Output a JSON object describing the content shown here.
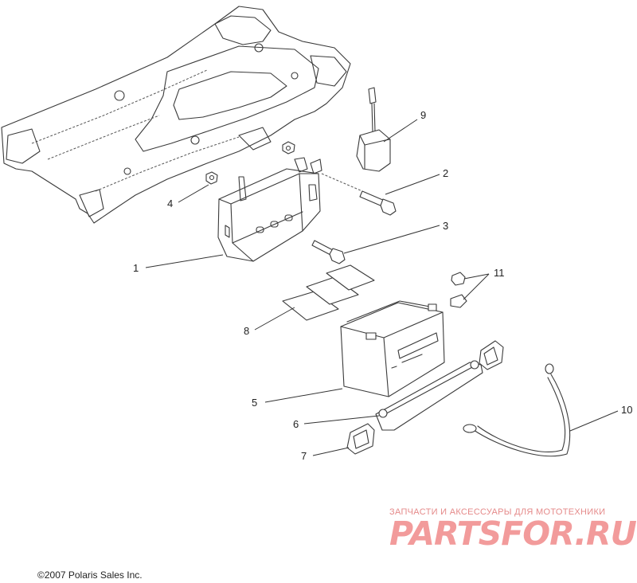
{
  "callouts": {
    "c1": "1",
    "c2": "2",
    "c3": "3",
    "c4": "4",
    "c5": "5",
    "c6": "6",
    "c7": "7",
    "c8": "8",
    "c9": "9",
    "c10": "10",
    "c11": "11"
  },
  "watermark": {
    "subtitle": "ЗАПЧАСТИ И АКСЕССУАРЫ ДЛЯ МОТОТЕХНИКИ",
    "logo": "PARTSFOR.RU"
  },
  "copyright": "©2007 Polaris Sales Inc."
}
